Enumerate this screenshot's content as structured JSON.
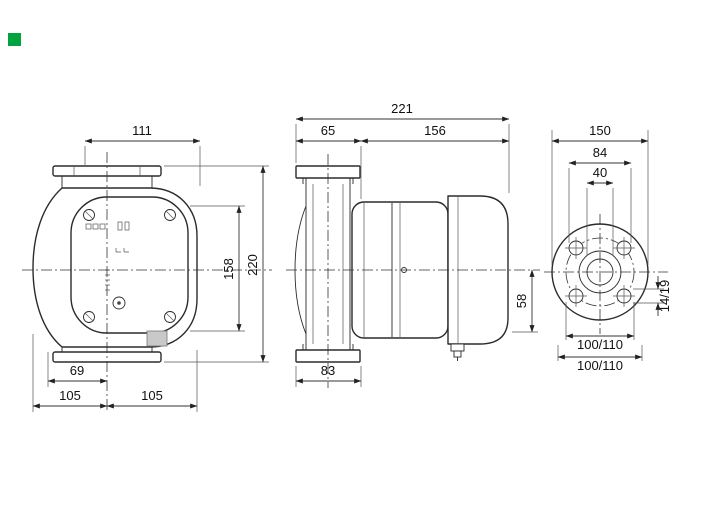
{
  "colors": {
    "logo_green": "#00A33E"
  },
  "dimensions": {
    "front": {
      "top_width": "111",
      "inner_height": "158",
      "total_height": "220",
      "foot_offset": "69",
      "left_half": "105",
      "right_half": "105"
    },
    "side": {
      "total_depth": "221",
      "front_depth": "65",
      "rear_depth": "156",
      "axis_to_bottom": "58",
      "flange_depth": "83"
    },
    "flange": {
      "overall_width": "150",
      "hole_span": "84",
      "bore_diameter": "40",
      "hole_size": "14/19",
      "bolt_circle_top": "100/110",
      "bolt_circle_bottom": "100/110"
    }
  }
}
